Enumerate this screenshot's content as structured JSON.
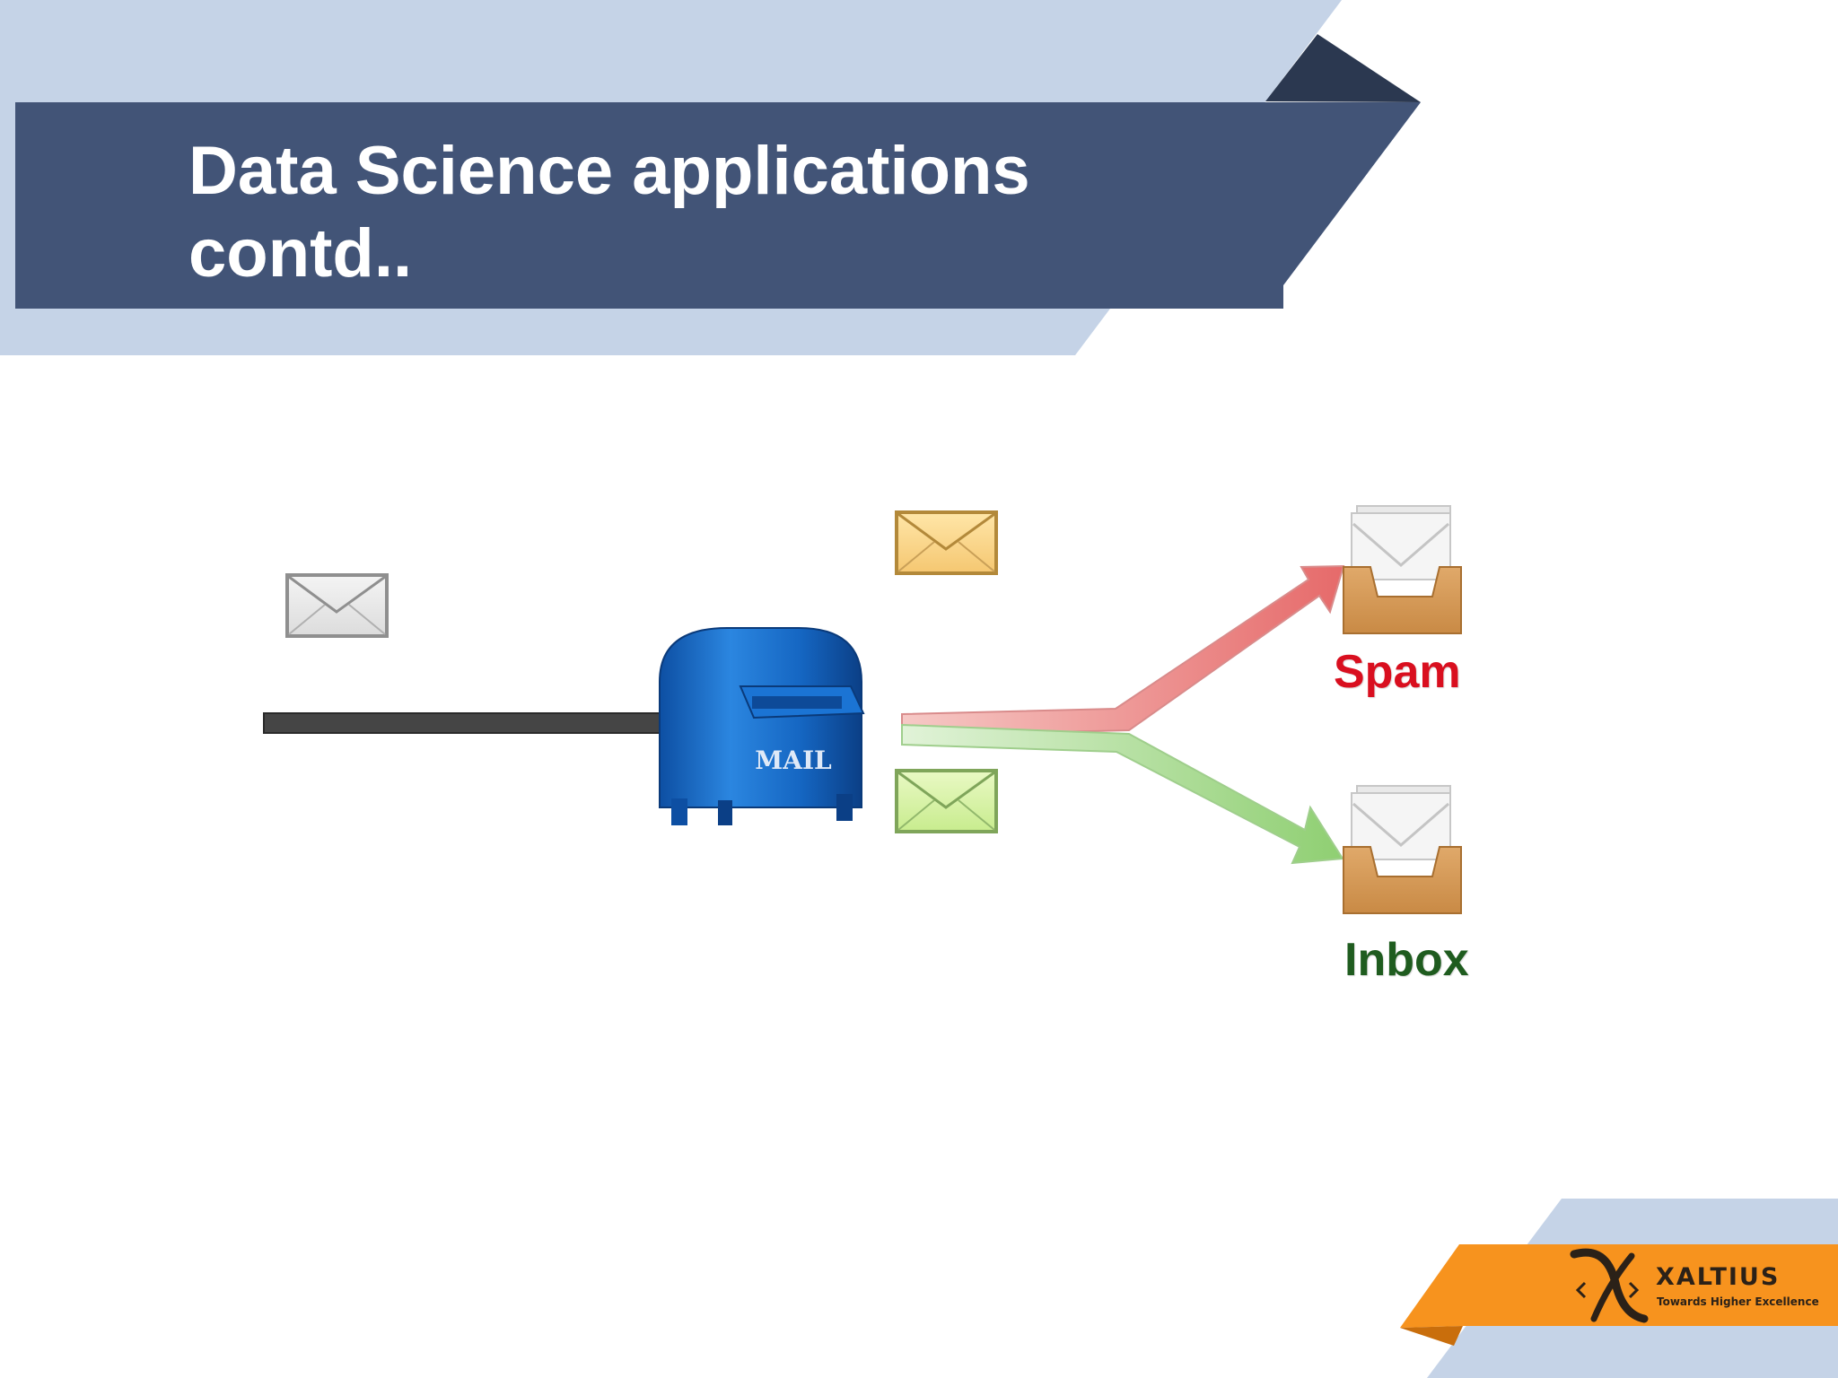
{
  "slide": {
    "title_lines": [
      "Data Science applications",
      "contd.."
    ]
  },
  "diagram": {
    "mailbox_text": "MAIL",
    "spam_label": "Spam",
    "inbox_label": "Inbox"
  },
  "branding": {
    "name": "XALTIUS",
    "tagline": "Towards Higher Excellence"
  },
  "colors": {
    "title_bar": "#425477",
    "light_band": "#c5d3e7",
    "dark_corner": "#2b3850",
    "spam_red": "#d90f1f",
    "inbox_green": "#1f5c1f",
    "brand_orange": "#f7931e",
    "mailbox_blue": "#1a6cc4"
  },
  "icons": [
    "envelope-incoming-icon",
    "envelope-spam-icon",
    "envelope-ham-icon",
    "mailbox-icon",
    "spam-tray-icon",
    "inbox-tray-icon",
    "xaltius-logo-icon"
  ]
}
